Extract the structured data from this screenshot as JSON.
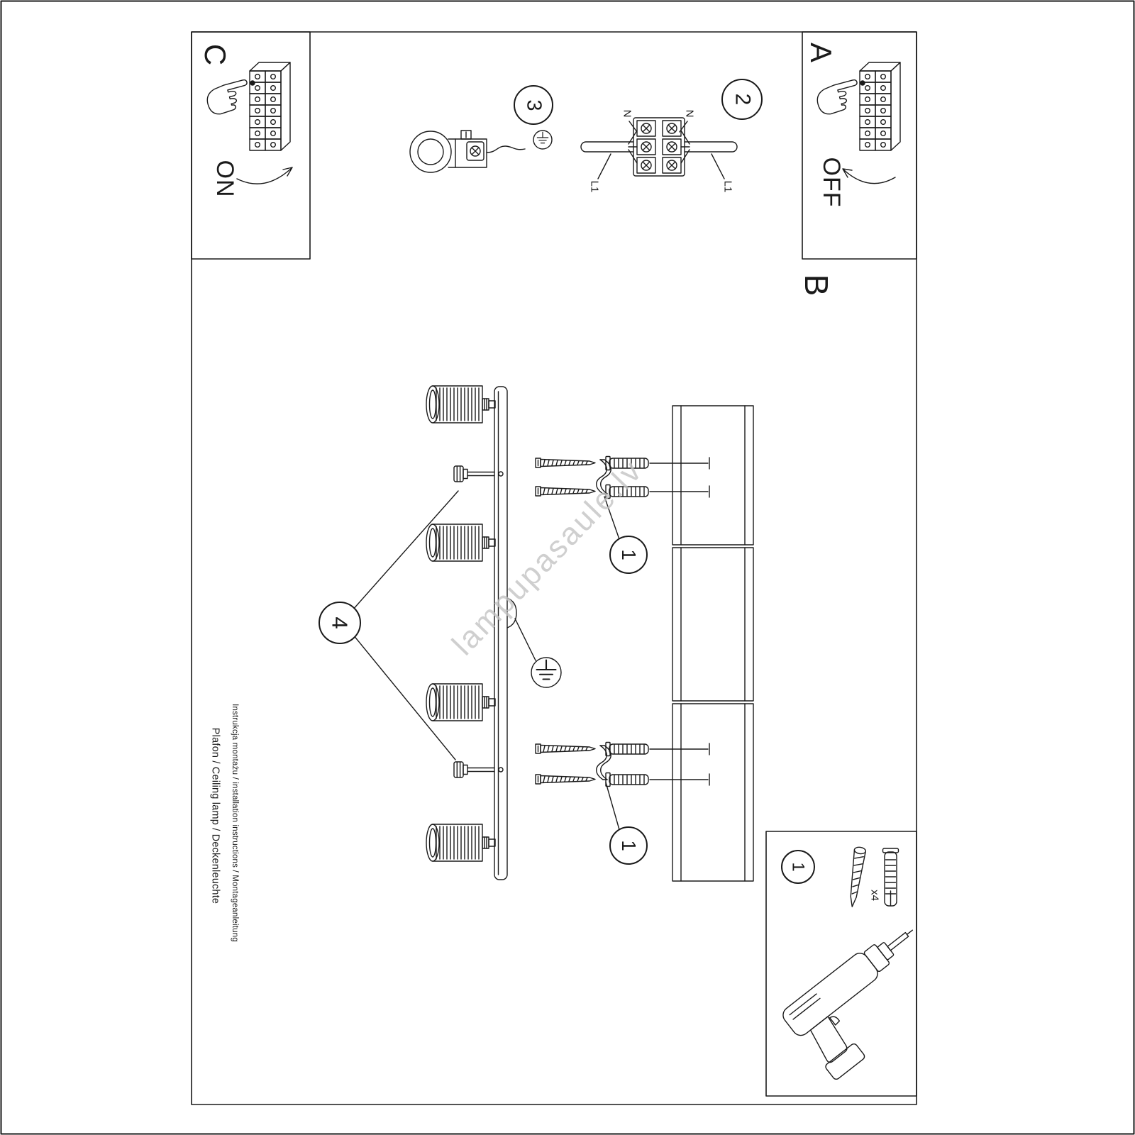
{
  "sheet": {
    "watermark": "lampupasaule.lv",
    "footer_line1": "Instrukcja montażu / installation instructions / Montageanleitung",
    "footer_line2": "Plafon / Ceiling lamp / Deckenleuchte"
  },
  "panels": {
    "a": {
      "label": "A",
      "switch_state": "OFF"
    },
    "b": {
      "label": "B"
    },
    "c": {
      "label": "C",
      "switch_state": "ON"
    }
  },
  "steps": {
    "one": "1",
    "two": "2",
    "three": "3",
    "four": "4"
  },
  "wiring": {
    "n_left": "N",
    "n_right": "N",
    "l1_left": "L1",
    "l1_right": "L1"
  },
  "hardware": {
    "quantity": "x4"
  },
  "colors": {
    "ink": "#1a1a1a",
    "watermark": "#c4c4c4"
  },
  "icons": {
    "ground": "earth-ground-icon",
    "hand": "pointing-hand-icon",
    "drill": "power-drill-icon",
    "screw": "wood-screw-icon",
    "wall_plug": "wall-plug-icon",
    "arrow_on": "rotate-arrow-icon",
    "arrow_off": "rotate-arrow-icon"
  }
}
